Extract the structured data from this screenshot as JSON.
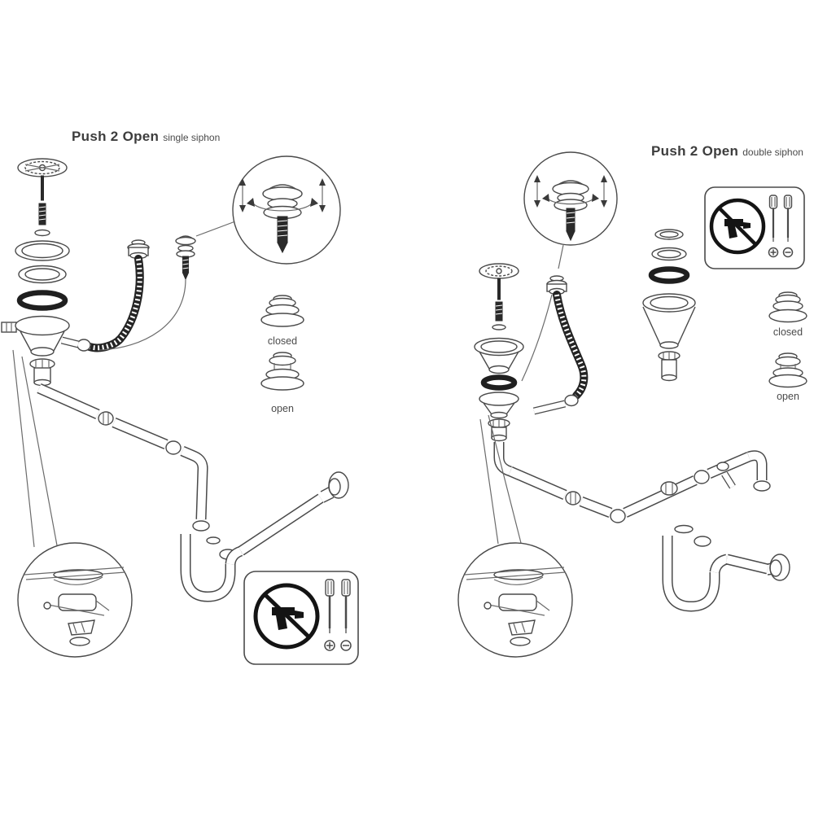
{
  "left_panel": {
    "title": "Push 2 Open",
    "subtitle": "single siphon",
    "closed_label": "closed",
    "open_label": "open"
  },
  "right_panel": {
    "title": "Push 2 Open",
    "subtitle": "double siphon",
    "closed_label": "closed",
    "open_label": "open"
  },
  "colors": {
    "background": "#ffffff",
    "line": "#4a4a4a",
    "dark_parts": "#1f1f1f"
  }
}
